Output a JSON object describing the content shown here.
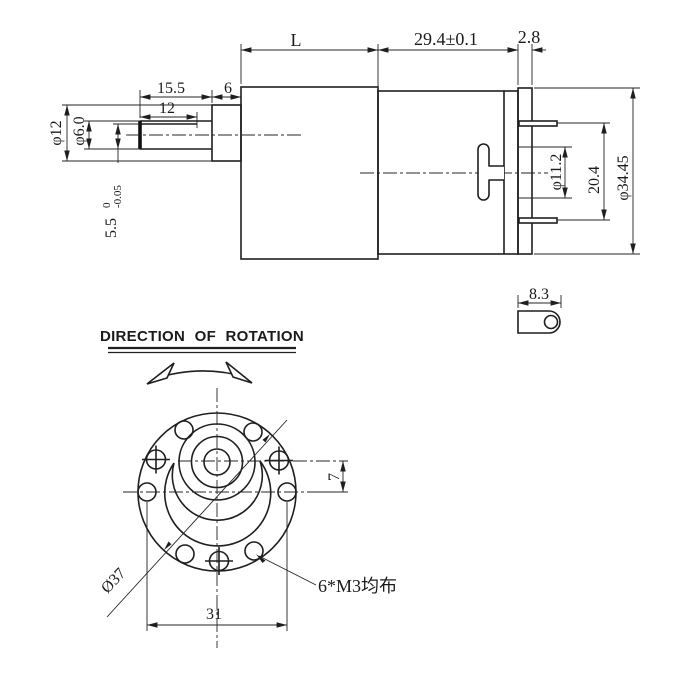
{
  "colors": {
    "line": "#1f1f1f",
    "background": "#ffffff"
  },
  "side_view": {
    "dims": {
      "gear_len": "L",
      "motor_len": "29.4±0.1",
      "cap_len": "2.8",
      "shaft_len": "15.5",
      "boss_len": "6",
      "flat_len": "12",
      "boss_dia": "φ12",
      "shaft_dia": "φ6.0",
      "flat_height": "5.5",
      "flat_tol_upper": "0",
      "flat_tol_lower": "-0.05",
      "cap_boss_dia": "φ11.2",
      "tab_span": "20.4",
      "motor_dia": "φ34.45"
    }
  },
  "detail_view": {
    "dims": {
      "tab_width": "8.3"
    }
  },
  "front_view": {
    "title": "DIRECTION OF ROTATION",
    "dims": {
      "shaft_offset": "7",
      "outer_dia": "Ø37",
      "bolt_circle": "31"
    },
    "note_holes": "6*M3均布"
  }
}
